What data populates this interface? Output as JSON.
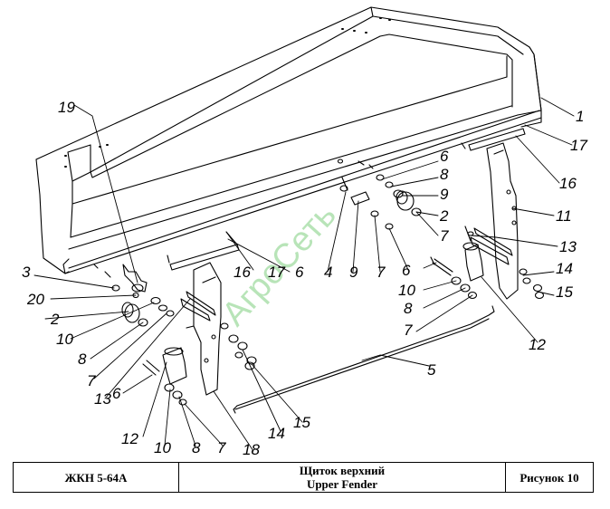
{
  "callouts": [
    {
      "id": "c1",
      "text": "1"
    },
    {
      "id": "c17a",
      "text": "17"
    },
    {
      "id": "c16a",
      "text": "16"
    },
    {
      "id": "c11",
      "text": "11"
    },
    {
      "id": "c13a",
      "text": "13"
    },
    {
      "id": "c14a",
      "text": "14"
    },
    {
      "id": "c15a",
      "text": "15"
    },
    {
      "id": "c12a",
      "text": "12"
    },
    {
      "id": "c6a",
      "text": "6"
    },
    {
      "id": "c8a",
      "text": "8"
    },
    {
      "id": "c9a",
      "text": "9"
    },
    {
      "id": "c2a",
      "text": "2"
    },
    {
      "id": "c7a",
      "text": "7"
    },
    {
      "id": "c6b",
      "text": "6"
    },
    {
      "id": "c10a",
      "text": "10"
    },
    {
      "id": "c8b",
      "text": "8"
    },
    {
      "id": "c7b",
      "text": "7"
    },
    {
      "id": "c19",
      "text": "19"
    },
    {
      "id": "c3",
      "text": "3"
    },
    {
      "id": "c20",
      "text": "20"
    },
    {
      "id": "c2b",
      "text": "2"
    },
    {
      "id": "c10b",
      "text": "10"
    },
    {
      "id": "c8c",
      "text": "8"
    },
    {
      "id": "c7c",
      "text": "7"
    },
    {
      "id": "c13b",
      "text": "13"
    },
    {
      "id": "c6c",
      "text": "6"
    },
    {
      "id": "c12b",
      "text": "12"
    },
    {
      "id": "c10c",
      "text": "10"
    },
    {
      "id": "c8d",
      "text": "8"
    },
    {
      "id": "c7d",
      "text": "7"
    },
    {
      "id": "c18",
      "text": "18"
    },
    {
      "id": "c14b",
      "text": "14"
    },
    {
      "id": "c15b",
      "text": "15"
    },
    {
      "id": "c5",
      "text": "5"
    },
    {
      "id": "c16b",
      "text": "16"
    },
    {
      "id": "c17b",
      "text": "17"
    },
    {
      "id": "c6d",
      "text": "6"
    },
    {
      "id": "c4",
      "text": "4"
    },
    {
      "id": "c9b",
      "text": "9"
    },
    {
      "id": "c7e",
      "text": "7"
    }
  ],
  "watermark": "АгроСеть",
  "title_block": {
    "model": "ЖКН 5-64А",
    "name_ru": "Щиток верхний",
    "name_en": "Upper Fender",
    "figure": "Рисунок 10"
  }
}
